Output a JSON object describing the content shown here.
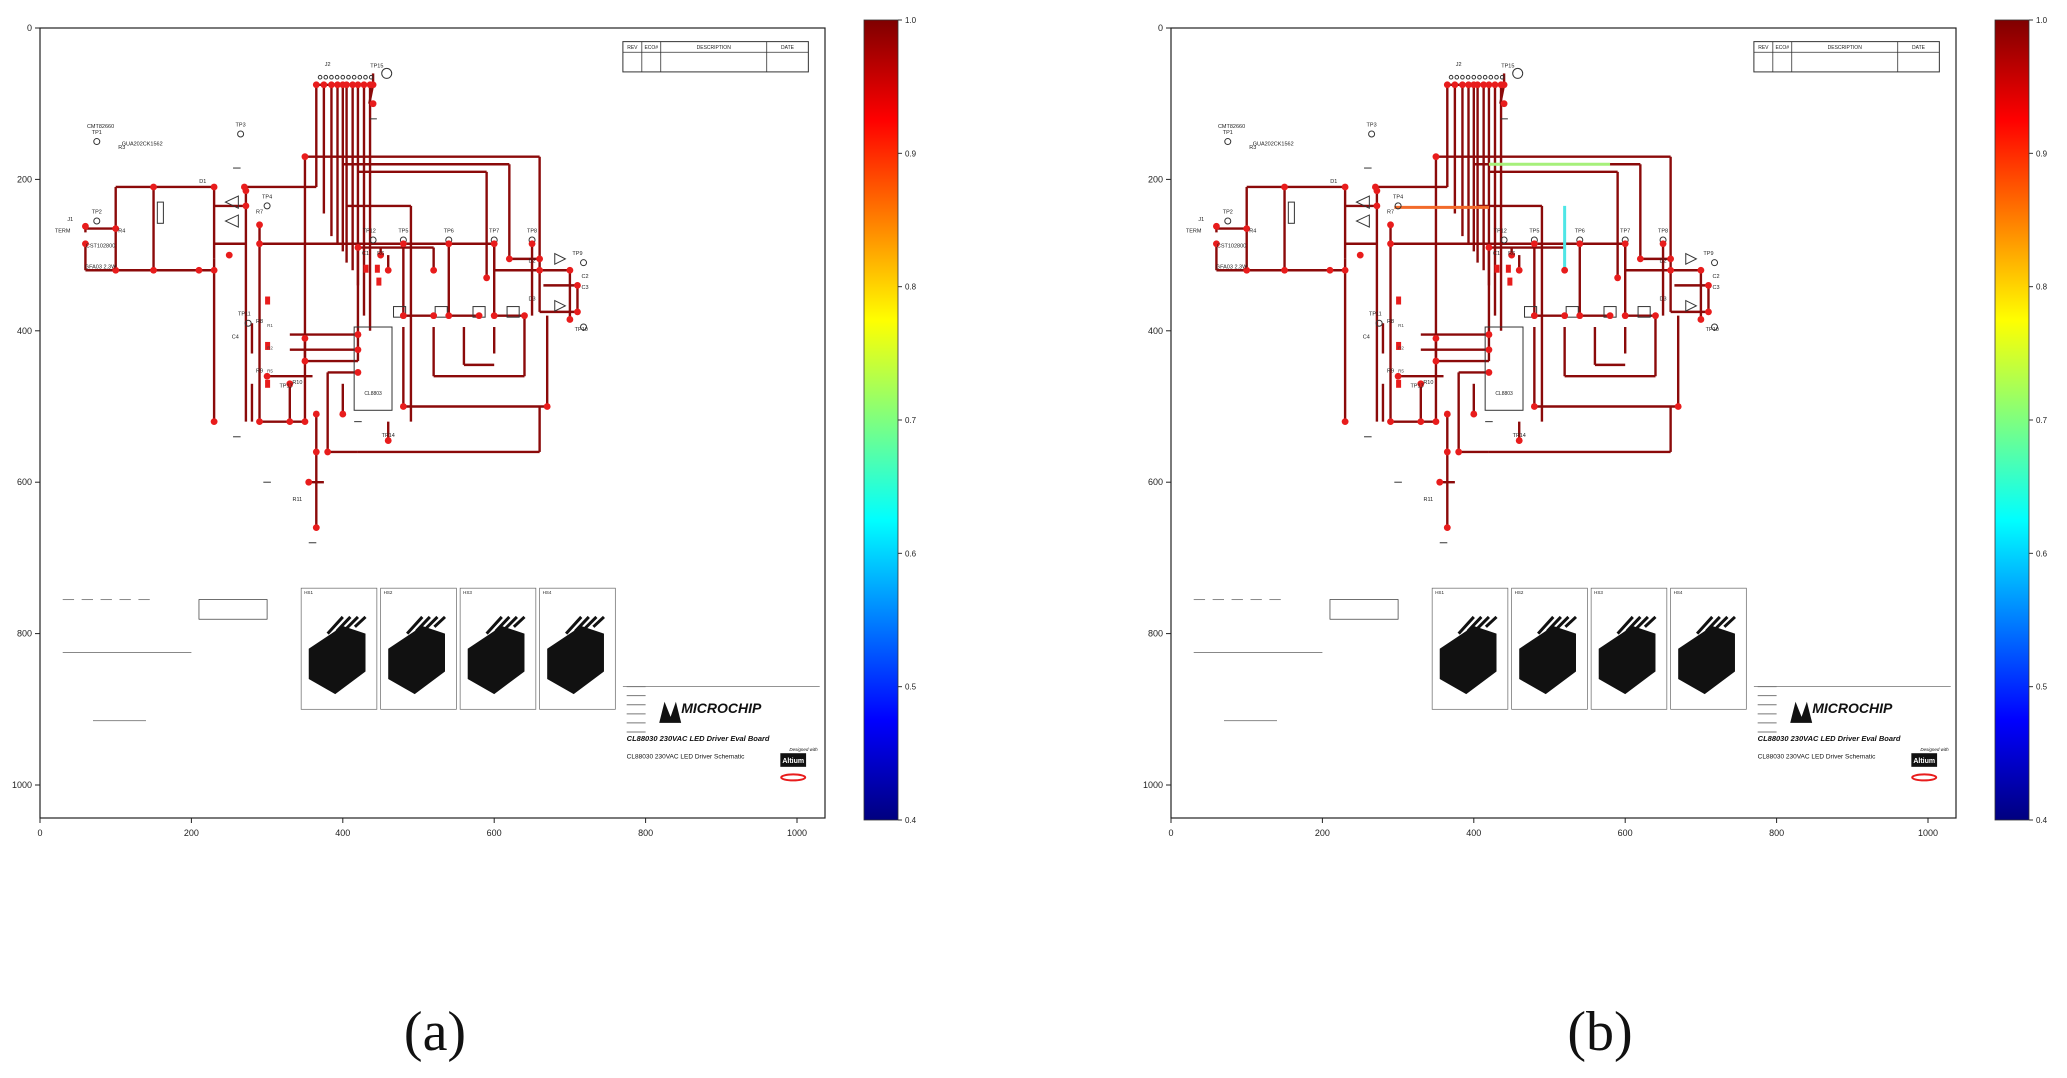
{
  "panels": [
    {
      "caption": "(a)",
      "x_ticks": [
        "0",
        "200",
        "400",
        "600",
        "800",
        "1000"
      ],
      "y_ticks": [
        "0",
        "200",
        "400",
        "600",
        "800",
        "1000"
      ],
      "colorbar_ticks": [
        "1.0",
        "0.9",
        "0.8",
        "0.7",
        "0.6",
        "0.5",
        "0.4"
      ],
      "colorbar_range": [
        0.4,
        1.0
      ],
      "wires_highlighted": false,
      "schematic": {
        "brand": "MICROCHIP",
        "board_title": "CL88030 230VAC LED Driver Eval Board",
        "sheet_title": "CL88030 230VAC LED Driver Schematic",
        "tool_logo": "Altium",
        "tool_caption": "Designed with",
        "rev_table_headers": [
          "REV",
          "ECO#",
          "DESCRIPTION",
          "DATE"
        ],
        "ic_label": "CL8803",
        "heatsinks": [
          "HS1",
          "HS2",
          "HS3",
          "HS4"
        ],
        "test_points": [
          "TP1",
          "TP2",
          "TP3",
          "TP4",
          "TP5",
          "TP6",
          "TP7",
          "TP8",
          "TP9",
          "TP10",
          "TP11",
          "TP12",
          "TP13",
          "TP14",
          "TP15"
        ],
        "connector": "J2"
      }
    },
    {
      "caption": "(b)",
      "x_ticks": [
        "0",
        "200",
        "400",
        "600",
        "800",
        "1000"
      ],
      "y_ticks": [
        "0",
        "200",
        "400",
        "600",
        "800",
        "1000"
      ],
      "colorbar_ticks": [
        "1.0",
        "0.9",
        "0.8",
        "0.7",
        "0.6",
        "0.5",
        "0.4"
      ],
      "colorbar_range": [
        0.4,
        1.0
      ],
      "wires_highlighted": true,
      "schematic": {
        "brand": "MICROCHIP",
        "board_title": "CL88030 230VAC LED Driver Eval Board",
        "sheet_title": "CL88030 230VAC LED Driver Schematic",
        "tool_logo": "Altium",
        "tool_caption": "Designed with",
        "rev_table_headers": [
          "REV",
          "ECO#",
          "DESCRIPTION",
          "DATE"
        ],
        "ic_label": "CL8803",
        "heatsinks": [
          "HS1",
          "HS2",
          "HS3",
          "HS4"
        ],
        "test_points": [
          "TP1",
          "TP2",
          "TP3",
          "TP4",
          "TP5",
          "TP6",
          "TP7",
          "TP8",
          "TP9",
          "TP10",
          "TP11",
          "TP12",
          "TP13",
          "TP14",
          "TP15"
        ],
        "connector": "J2"
      }
    }
  ],
  "colors": {
    "wire": "#8b0a0a",
    "node": "#e81c1c",
    "highlight_green": "#a6f07a",
    "highlight_cyan": "#4ee6e6",
    "highlight_orange": "#f26a2a"
  },
  "colormap": [
    "#00007f",
    "#0000ff",
    "#007fff",
    "#00ffff",
    "#7fff7f",
    "#ffff00",
    "#ff7f00",
    "#ff0000",
    "#7f0000"
  ]
}
